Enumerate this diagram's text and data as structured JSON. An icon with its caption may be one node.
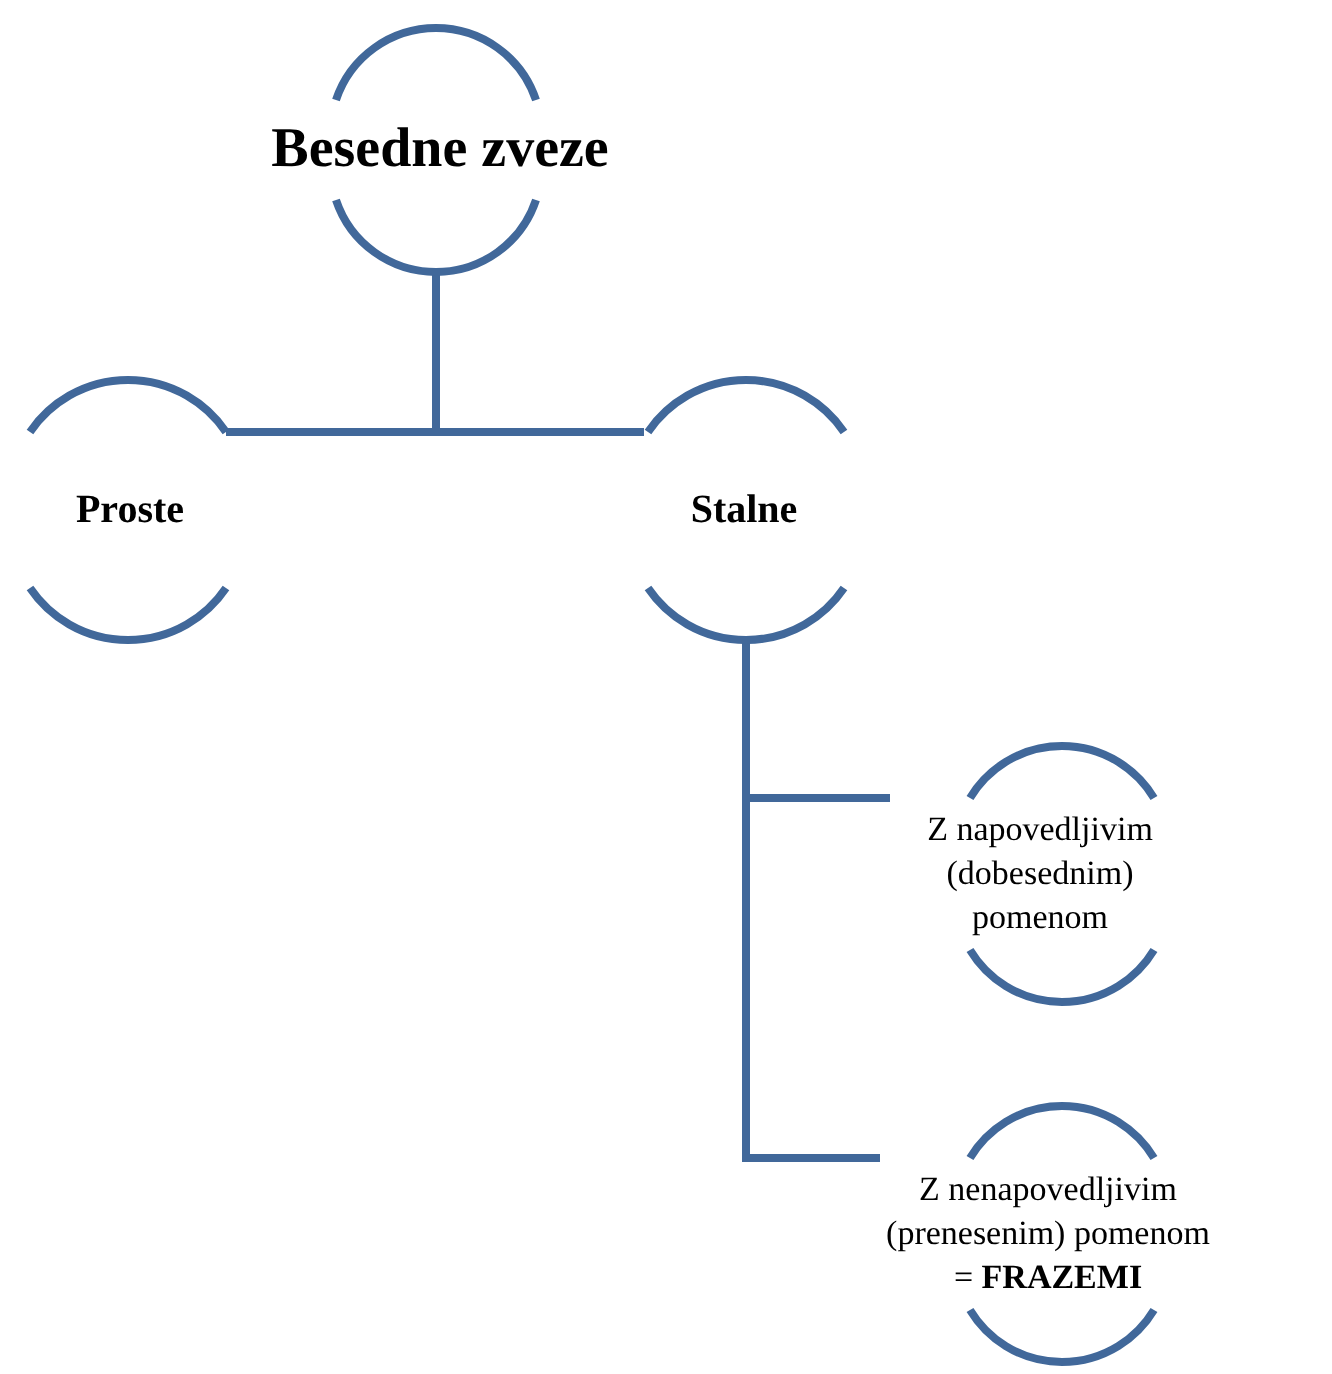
{
  "diagram": {
    "nodes": [
      {
        "text": [
          "Besedne zveze"
        ]
      },
      {
        "text": [
          "Proste"
        ]
      },
      {
        "text": [
          "Stalne"
        ]
      },
      {
        "text": [
          "Z napovedljivim (dobesednim) pomenom"
        ]
      },
      {
        "text": [
          "Z nenapovedljivim (prenesenim) pomenom = **FRAZEMI**"
        ]
      }
    ],
    "edges": [
      {
        "from": 0,
        "to": 1,
        "arrow": "none"
      },
      {
        "from": 0,
        "to": 2,
        "arrow": "none"
      },
      {
        "from": 2,
        "to": 3,
        "arrow": "none"
      },
      {
        "from": 2,
        "to": 4,
        "arrow": "none"
      }
    ]
  }
}
